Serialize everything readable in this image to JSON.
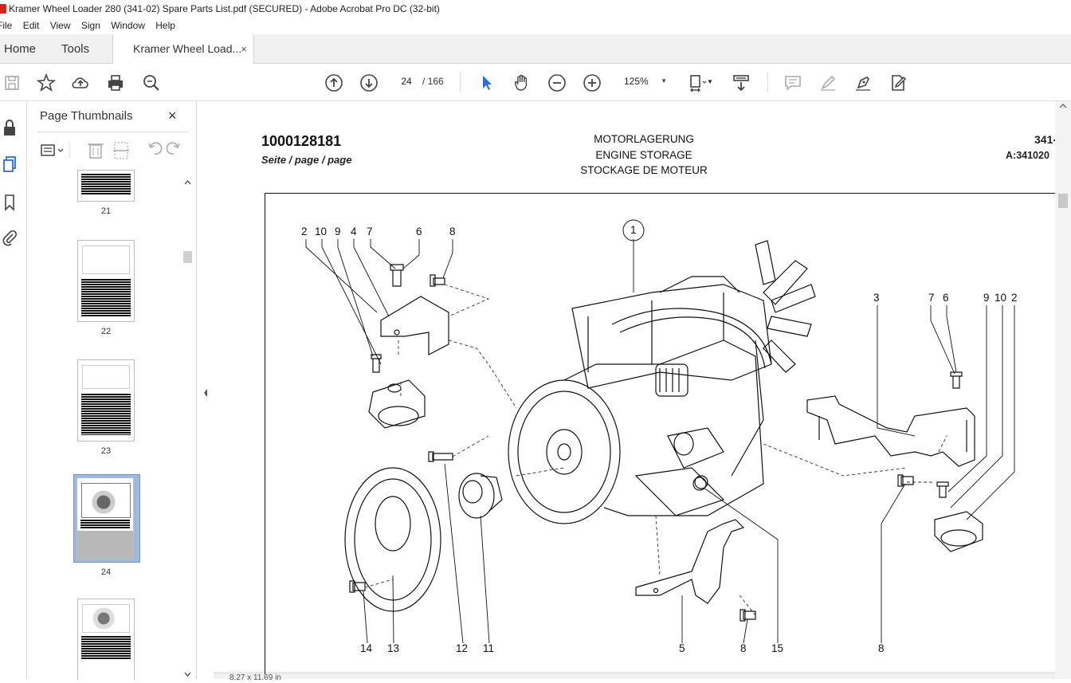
{
  "window": {
    "title": "Kramer Wheel Loader 280 (341-02) Spare Parts List.pdf (SECURED) - Adobe Acrobat Pro DC (32-bit)"
  },
  "menu": [
    "File",
    "Edit",
    "View",
    "Sign",
    "Window",
    "Help"
  ],
  "tabs": {
    "home": "Home",
    "tools": "Tools",
    "doc": "Kramer Wheel Load...",
    "close": "×"
  },
  "toolbar": {
    "page_current": "24",
    "page_total": "/ 166",
    "zoom": "125%"
  },
  "panel": {
    "title": "Page Thumbnails",
    "close": "×"
  },
  "thumbnails": [
    {
      "label": "21"
    },
    {
      "label": "22"
    },
    {
      "label": "23"
    },
    {
      "label": "24"
    },
    {
      "label": ""
    }
  ],
  "page": {
    "part_number": "1000128181",
    "page_label": "Seite / page / page",
    "title_de": "MOTORLAGERUNG",
    "title_en": "ENGINE STORAGE",
    "title_fr": "STOCKAGE DE MOTEUR",
    "right_top": "341-",
    "right_sub": "A:341020",
    "callouts_top_left": [
      "2",
      "10",
      "9",
      "4",
      "7",
      "6",
      "8"
    ],
    "callout_1": "1",
    "callouts_top_right": [
      "3",
      "7",
      "6",
      "9",
      "10",
      "2"
    ],
    "callouts_bottom": [
      "14",
      "13",
      "12",
      "11",
      "5",
      "8",
      "15",
      "8"
    ]
  },
  "status": {
    "page_size": "8.27 x 11.69 in"
  },
  "colors": {
    "accent_blue": "#2b6fd6",
    "selection": "#9cbbe0"
  }
}
